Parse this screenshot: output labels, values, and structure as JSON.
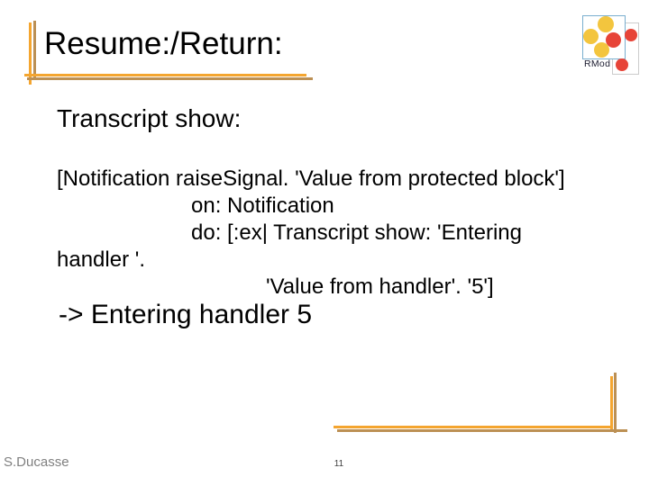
{
  "slide": {
    "title": "Resume:/Return:",
    "accent_colors": {
      "orange": "#F4A52F",
      "tan": "#BC9054"
    },
    "background": "#FFFFFF"
  },
  "logo": {
    "label": "RMod",
    "colors": {
      "yellow": "#F3C53E",
      "red": "#E74438",
      "blue_border": "#79AECF",
      "gray_border": "#CCCCCC"
    }
  },
  "body": {
    "lead": "Transcript show:",
    "code_lines": [
      {
        "text": "[Notification raiseSignal. 'Value from protected block']",
        "indent": 0
      },
      {
        "text": "on: Notification",
        "indent": 1
      },
      {
        "text": "do: [:ex| Transcript show: 'Entering",
        "indent": 1
      },
      {
        "text": "handler '.",
        "indent": 0
      },
      {
        "text": "'Value from handler'. '5']",
        "indent": 2
      }
    ],
    "result": "-> Entering handler 5"
  },
  "footer": {
    "author": "S.Ducasse",
    "page_number": "11"
  }
}
